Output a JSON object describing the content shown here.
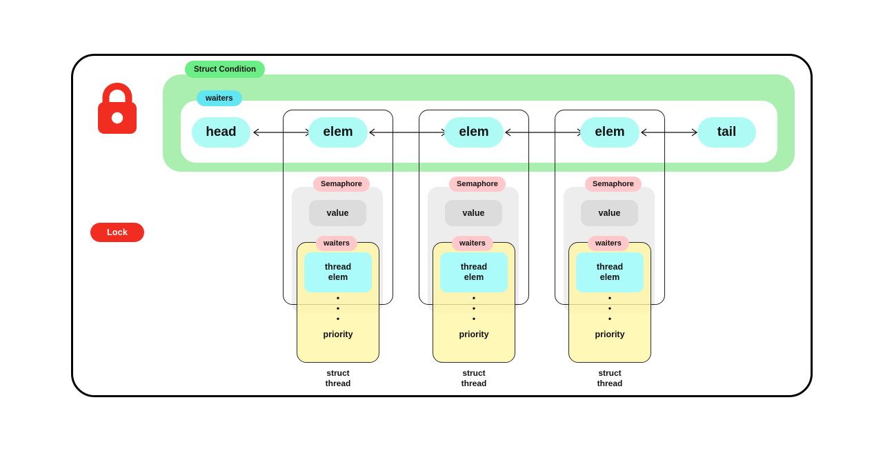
{
  "diagram": {
    "title_badge": "Struct Condition",
    "lock": {
      "icon": "lock-closed-icon",
      "label": "Lock",
      "color": "#F02D20"
    },
    "condition": {
      "band_color": "#ABEFB0",
      "badge_color": "#6BEE86",
      "waiters_label": "waiters",
      "waiters_badge_color": "#62E6F2"
    },
    "list": {
      "node_color": "#AEFBF5",
      "head_label": "head",
      "tail_label": "tail",
      "elem_label": "elem"
    },
    "nodes": [
      {
        "elem_label": "elem",
        "semaphore_badge": "Semaphore",
        "value_label": "value",
        "waiters_badge": "waiters",
        "thread_elem_line1": "thread",
        "thread_elem_line2": "elem",
        "dots": "•",
        "priority_label": "priority",
        "struct_label_line1": "struct",
        "struct_label_line2": "thread"
      },
      {
        "elem_label": "elem",
        "semaphore_badge": "Semaphore",
        "value_label": "value",
        "waiters_badge": "waiters",
        "thread_elem_line1": "thread",
        "thread_elem_line2": "elem",
        "dots": "•",
        "priority_label": "priority",
        "struct_label_line1": "struct",
        "struct_label_line2": "thread"
      },
      {
        "elem_label": "elem",
        "semaphore_badge": "Semaphore",
        "value_label": "value",
        "waiters_badge": "waiters",
        "thread_elem_line1": "thread",
        "thread_elem_line2": "elem",
        "dots": "•",
        "priority_label": "priority",
        "struct_label_line1": "struct",
        "struct_label_line2": "thread"
      }
    ],
    "colors": {
      "semaphore_box": "#EDEDED",
      "value_box": "#DCDCDC",
      "pink_badge": "#FFC8CB",
      "thread_box": "#FFF6A3",
      "thread_elem_box": "#ABFBFB",
      "outline": "#000000"
    }
  }
}
